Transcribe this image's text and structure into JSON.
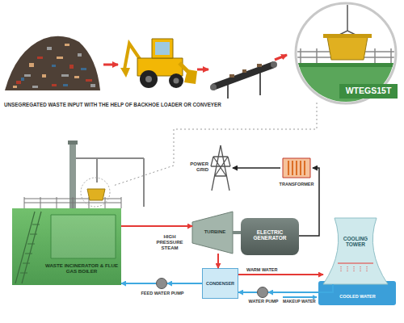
{
  "diagram": {
    "nodes": [
      {
        "text": [
          "WTEGS15T"
        ]
      },
      {
        "text": [
          "WASTE INCINERATOR & FLUE GAS BOILER"
        ]
      },
      {
        "text": [
          "TURBINE"
        ]
      },
      {
        "text": [
          "ELECTRIC GENERATOR"
        ]
      },
      {
        "text": [
          "TRANSFORMER"
        ]
      },
      {
        "text": [
          "POWER GRID"
        ]
      },
      {
        "text": [
          "CONDENSER"
        ]
      },
      {
        "text": [
          "COOLING TOWER"
        ]
      },
      {
        "text": [
          "FEED WATER PUMP"
        ]
      },
      {
        "text": [
          "WATER PUMP"
        ]
      }
    ],
    "edges": [
      {
        "from": 1,
        "to": 2,
        "arrow": "to",
        "label": "HIGH PRESSURE STEAM"
      },
      {
        "from": 2,
        "to": 3,
        "arrow": "none"
      },
      {
        "from": 3,
        "to": 4,
        "arrow": "to"
      },
      {
        "from": 4,
        "to": 5,
        "arrow": "to"
      },
      {
        "from": 2,
        "to": 6,
        "arrow": "to"
      },
      {
        "from": 6,
        "to": 7,
        "arrow": "to",
        "label": "WARM WATER"
      },
      {
        "from": 7,
        "to": 9,
        "arrow": "to"
      },
      {
        "from": 9,
        "to": 6,
        "arrow": "to"
      },
      {
        "from": 6,
        "to": 8,
        "arrow": "to"
      },
      {
        "from": 8,
        "to": 1,
        "arrow": "to"
      }
    ],
    "labels": [
      "UNSEGREGATED WASTE INPUT WITH THE HELP OF BACKHOE LOADER OR CONVEYER",
      "MAKEUP WATER",
      "COOLED WATER"
    ]
  }
}
